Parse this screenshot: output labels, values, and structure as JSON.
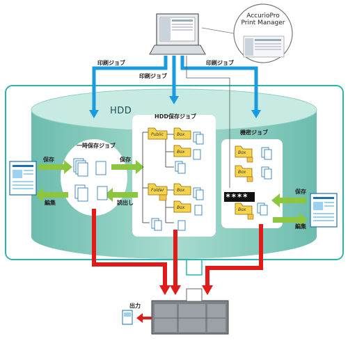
{
  "software": {
    "title_line1": "AccurioPro",
    "title_line2": "Print Manager"
  },
  "print_job_labels": {
    "left": "印刷ジョブ",
    "center": "印刷ジョブ",
    "right": "印刷ジョブ"
  },
  "hdd": {
    "title": "HDD"
  },
  "temporary_storage": {
    "title": "一時保存ジョブ",
    "save_label": "保存",
    "edit_label": "編集",
    "save_label_right": "保存",
    "recall_label": "読出し"
  },
  "hdd_storage": {
    "title": "HDD保存ジョブ",
    "public_folder": "Public",
    "folder": "Folder",
    "box": "Box"
  },
  "secure": {
    "title": "機密ジョブ",
    "box": "Box",
    "password_mask": "****",
    "save_label": "保存",
    "edit_label": "編集"
  },
  "output": {
    "label": "出力"
  },
  "colors": {
    "frame": "#2bb5b0",
    "cylinder": "#9bd4c9",
    "cylinder_top": "#c7ebe3",
    "blue_arrow": "#1a9be0",
    "red_arrow": "#e11a1a",
    "green_arrow": "#8cc63f",
    "folder": "#f6d34a"
  }
}
